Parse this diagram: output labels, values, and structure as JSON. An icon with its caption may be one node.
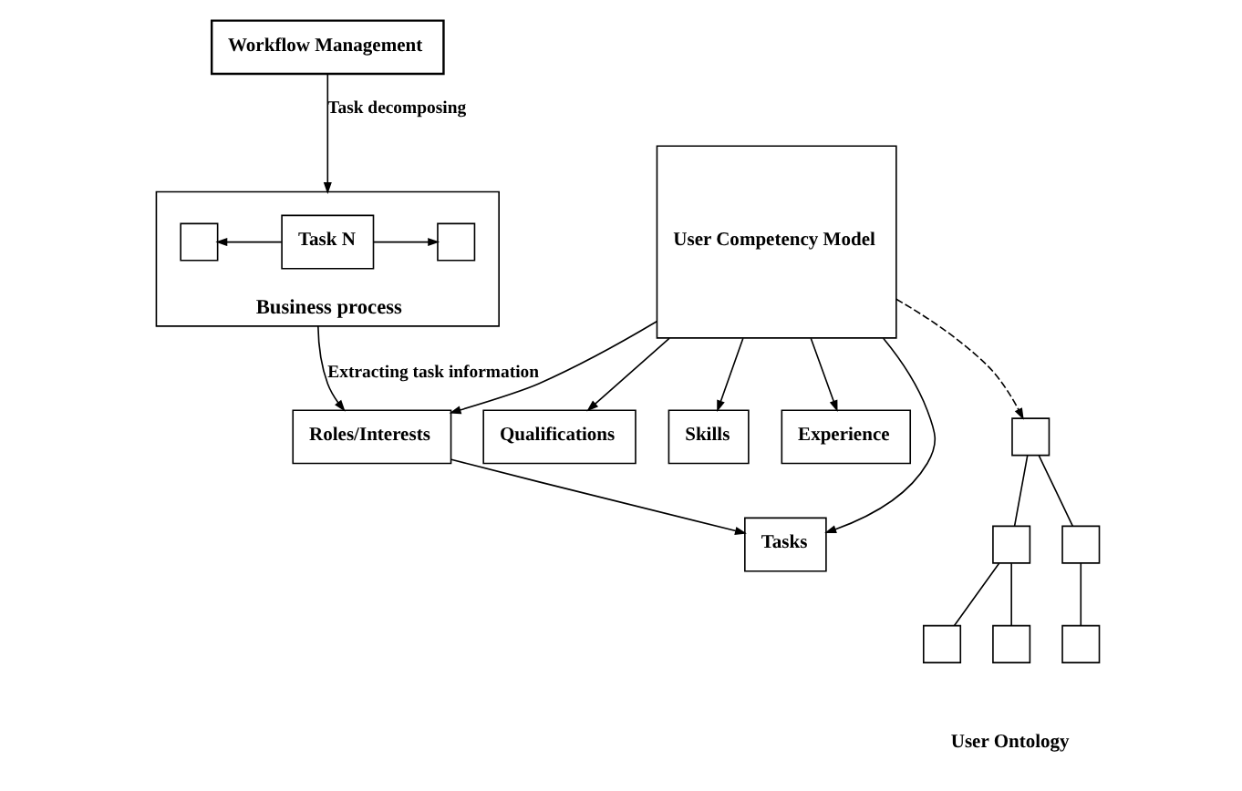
{
  "diagram": {
    "nodes": [
      {
        "text": [
          "Workflow Management"
        ]
      },
      {
        "text": [
          "Business process"
        ]
      },
      {
        "text": [],
        "shape": "box",
        "in": 1
      },
      {
        "text": [
          "Task N"
        ],
        "in": 1
      },
      {
        "text": [],
        "shape": "box",
        "in": 1
      },
      {
        "text": [
          "User Competency Model"
        ]
      },
      {
        "text": [
          "Qualifications"
        ]
      },
      {
        "text": [
          "Skills"
        ]
      },
      {
        "text": [
          "Experience"
        ]
      },
      {
        "text": [
          "Tasks"
        ]
      },
      {
        "text": [
          "Roles/Interests"
        ]
      },
      {
        "text": [],
        "shape": "box"
      },
      {
        "text": [],
        "shape": "box"
      },
      {
        "text": [],
        "shape": "box"
      },
      {
        "text": [],
        "shape": "box"
      },
      {
        "text": [],
        "shape": "box"
      },
      {
        "text": [],
        "shape": "box"
      }
    ],
    "edges": [
      {
        "from": 0,
        "to": 1,
        "arrow": "to",
        "label": "Task decomposing"
      },
      {
        "from": 3,
        "to": 2,
        "arrow": "to"
      },
      {
        "from": 3,
        "to": 4,
        "arrow": "to"
      },
      {
        "from": 5,
        "to": 6,
        "arrow": "to"
      },
      {
        "from": 5,
        "to": 7,
        "arrow": "to"
      },
      {
        "from": 5,
        "to": 8,
        "arrow": "to"
      },
      {
        "from": 5,
        "to": 9,
        "arrow": "to"
      },
      {
        "from": 5,
        "to": 10,
        "arrow": "to"
      },
      {
        "from": 10,
        "to": 9,
        "arrow": "to"
      },
      {
        "from": 1,
        "to": 10,
        "arrow": "to",
        "label": "Extracting task information"
      },
      {
        "from": 5,
        "to": 11,
        "arrow": "to",
        "style": "dashed"
      },
      {
        "from": 11,
        "to": 12,
        "arrow": "none"
      },
      {
        "from": 11,
        "to": 13,
        "arrow": "none"
      },
      {
        "from": 12,
        "to": 14,
        "arrow": "none"
      },
      {
        "from": 12,
        "to": 15,
        "arrow": "none"
      },
      {
        "from": 13,
        "to": 16,
        "arrow": "none"
      }
    ],
    "labels": [
      "User Ontology"
    ]
  }
}
